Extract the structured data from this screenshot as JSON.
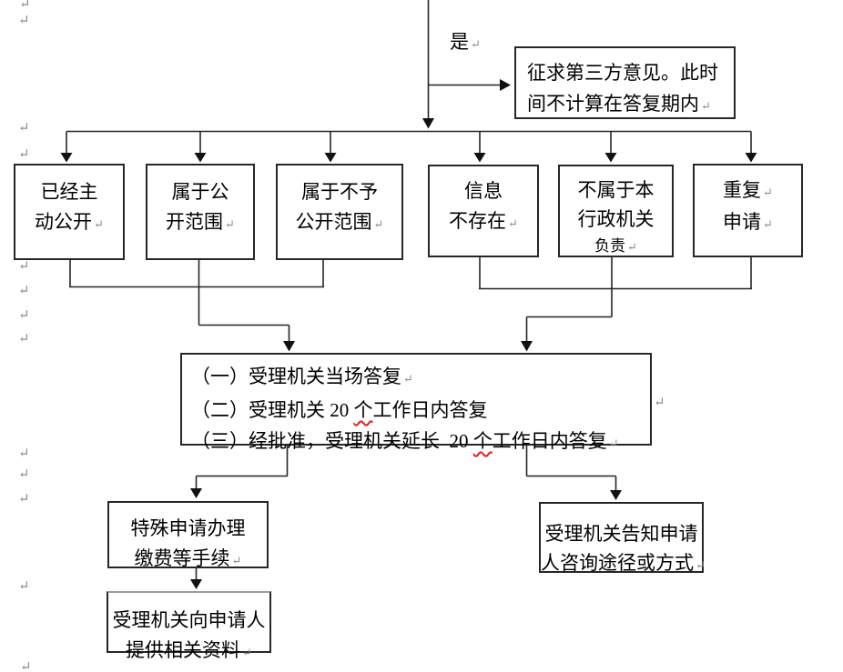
{
  "marks": {
    "pilcrow": "↵"
  },
  "labels": {
    "yes": "是"
  },
  "boxes": {
    "third_party": {
      "line1": "征求第三方意见。此时",
      "line2": "间不计算在答复期内"
    },
    "already_public": {
      "line1": "已经主",
      "line2": "动公开"
    },
    "public_scope": {
      "line1": "属于公",
      "line2": "开范围"
    },
    "non_public_scope": {
      "line1": "属于不予",
      "line2": "公开范围"
    },
    "info_not_exist": {
      "line1": "信息",
      "line2": "不存在"
    },
    "not_responsible": {
      "line1": "不属于本",
      "line2": "行政机关",
      "line3": "负责"
    },
    "repeat_application": {
      "line1": "重复",
      "line2": "申请"
    },
    "reply": {
      "item1": "（一）受理机关当场答复",
      "item2_pre": "（二）受理机关 20 ",
      "item2_marked": "个",
      "item2_post": "工作日内答复",
      "item3_pre": "（三）经批准，受理机关延长  20 ",
      "item3_marked": "个",
      "item3_post": "工作日内答复"
    },
    "special_procedure": {
      "line1": "特殊申请办理",
      "line2": "缴费等手续"
    },
    "provide_materials": {
      "line1": "受理机关向申请人",
      "line2": "提供相关资料"
    },
    "inform_channel": {
      "line1": "受理机关告知申请",
      "line2": "人咨询途径或方式"
    }
  },
  "colors": {
    "line": "#262626",
    "text": "#000000",
    "paragraph_mark": "#8c8c8c",
    "spellcheck_underline": "#e02020",
    "background": "#ffffff"
  }
}
